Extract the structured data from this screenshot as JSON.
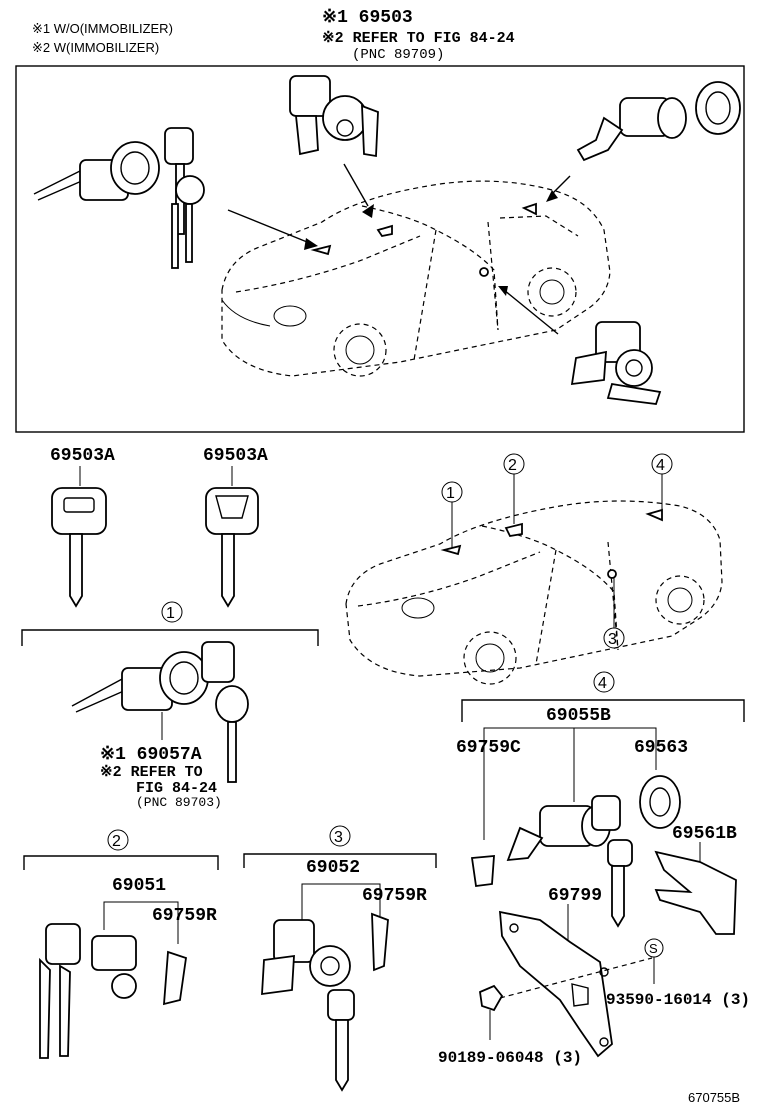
{
  "notes": {
    "note1": "※1 W/O(IMMOBILIZER)",
    "note2": "※2 W(IMMOBILIZER)"
  },
  "top_box": {
    "line1": "※1 69503",
    "line2": "※2 REFER TO FIG 84-24",
    "line3": "(PNC 89709)"
  },
  "keys": {
    "left": "69503A",
    "right": "69503A"
  },
  "callouts": [
    "①",
    "②",
    "③",
    "④"
  ],
  "group1": {
    "marker": "①",
    "line1": "※1 69057A",
    "line2": "※2 REFER TO",
    "line3": "FIG 84-24",
    "line4": "(PNC 89703)"
  },
  "group2": {
    "marker": "②",
    "assembly": "69051",
    "part": "69759R"
  },
  "group3": {
    "marker": "③",
    "assembly": "69052",
    "part": "69759R"
  },
  "group4": {
    "marker": "④",
    "assembly": "69055B",
    "part_a": "69759C",
    "part_b": "69563",
    "part_c": "69561B",
    "part_d": "69799",
    "screw_symbol": "S",
    "screw": "93590-16014 (3)",
    "clip": "90189-06048 (3)"
  },
  "diagram_id": "670755B"
}
